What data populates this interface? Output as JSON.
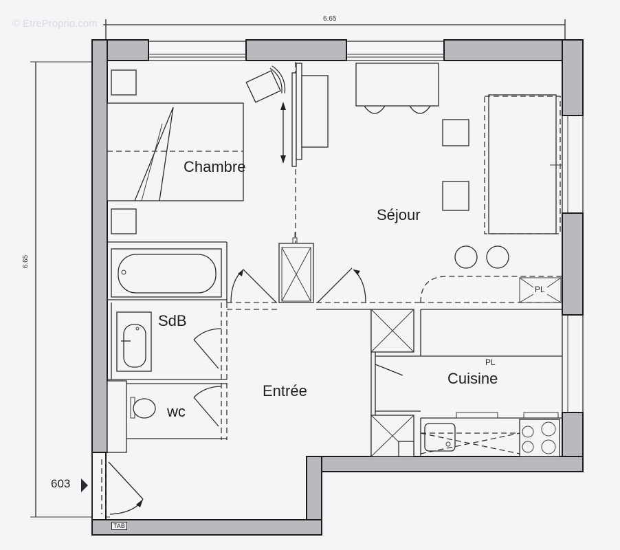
{
  "watermark": "© EtreProprio.com",
  "dimensions": {
    "width_label": "6.65",
    "height_label": "6.65"
  },
  "unit": {
    "number": "603",
    "entry_marker": "triangle-arrow"
  },
  "rooms": [
    {
      "id": "chambre",
      "label": "Chambre"
    },
    {
      "id": "sejour",
      "label": "Séjour"
    },
    {
      "id": "sdb",
      "label": "SdB"
    },
    {
      "id": "wc",
      "label": "wc"
    },
    {
      "id": "entree",
      "label": "Entrée"
    },
    {
      "id": "cuisine",
      "label": "Cuisine"
    }
  ],
  "annotations": {
    "pl_sejour": "PL",
    "pl_cuisine": "PL",
    "tab": "TAB"
  },
  "colors": {
    "wall_fill": "#b9babd",
    "line": "#2a2a2a",
    "background": "#f3f5f7"
  }
}
